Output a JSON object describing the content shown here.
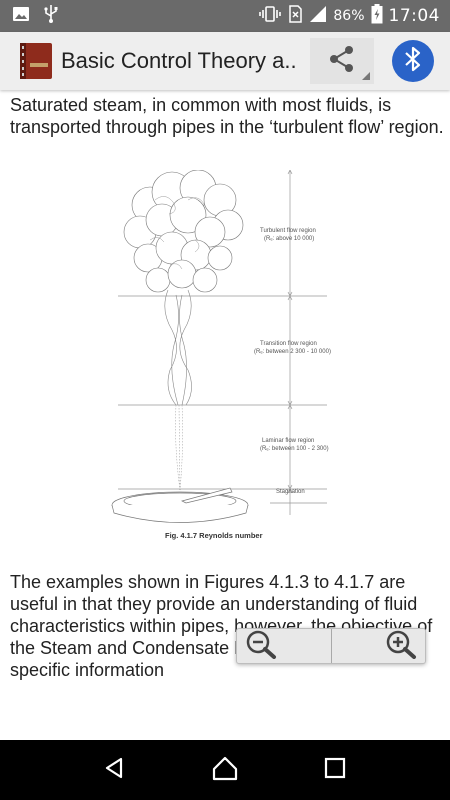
{
  "status_bar": {
    "battery_percent": "86%",
    "time": "17:04",
    "icons": [
      "image-icon",
      "usb-icon",
      "vibrate-icon",
      "no-sim-icon",
      "signal-icon",
      "battery-charging-icon"
    ]
  },
  "app_bar": {
    "title": "Basic Control Theory a..",
    "icons": [
      "book-icon",
      "share-icon",
      "bluetooth-icon"
    ]
  },
  "content": {
    "paragraph_1": "Saturated steam, in common with most fluids, is transported through pipes in the ‘turbulent flow’ region.",
    "figure": {
      "regions": [
        {
          "name": "Turbulent flow region",
          "range": "(Rₑ: above 10 000)"
        },
        {
          "name": "Transition flow region",
          "range": "(Rₑ: between 2 300 - 10 000)"
        },
        {
          "name": "Laminar flow region",
          "range": "(Rₑ: between 100 - 2 300)"
        },
        {
          "name": "Stagnation",
          "range": ""
        }
      ],
      "caption": "Fig. 4.1.7 Reynolds number"
    },
    "paragraph_2": "The examples shown in Figures 4.1.3 to 4.1.7 are useful in that they provide an understanding of fluid characteristics within pipes, however, the objective of the Steam and Condensate Loop Book is to provide specific information"
  },
  "zoom": {
    "icons": [
      "zoom-out-icon",
      "zoom-in-icon"
    ]
  },
  "nav_bar": {
    "icons": [
      "back-icon",
      "home-icon",
      "recents-icon"
    ]
  }
}
